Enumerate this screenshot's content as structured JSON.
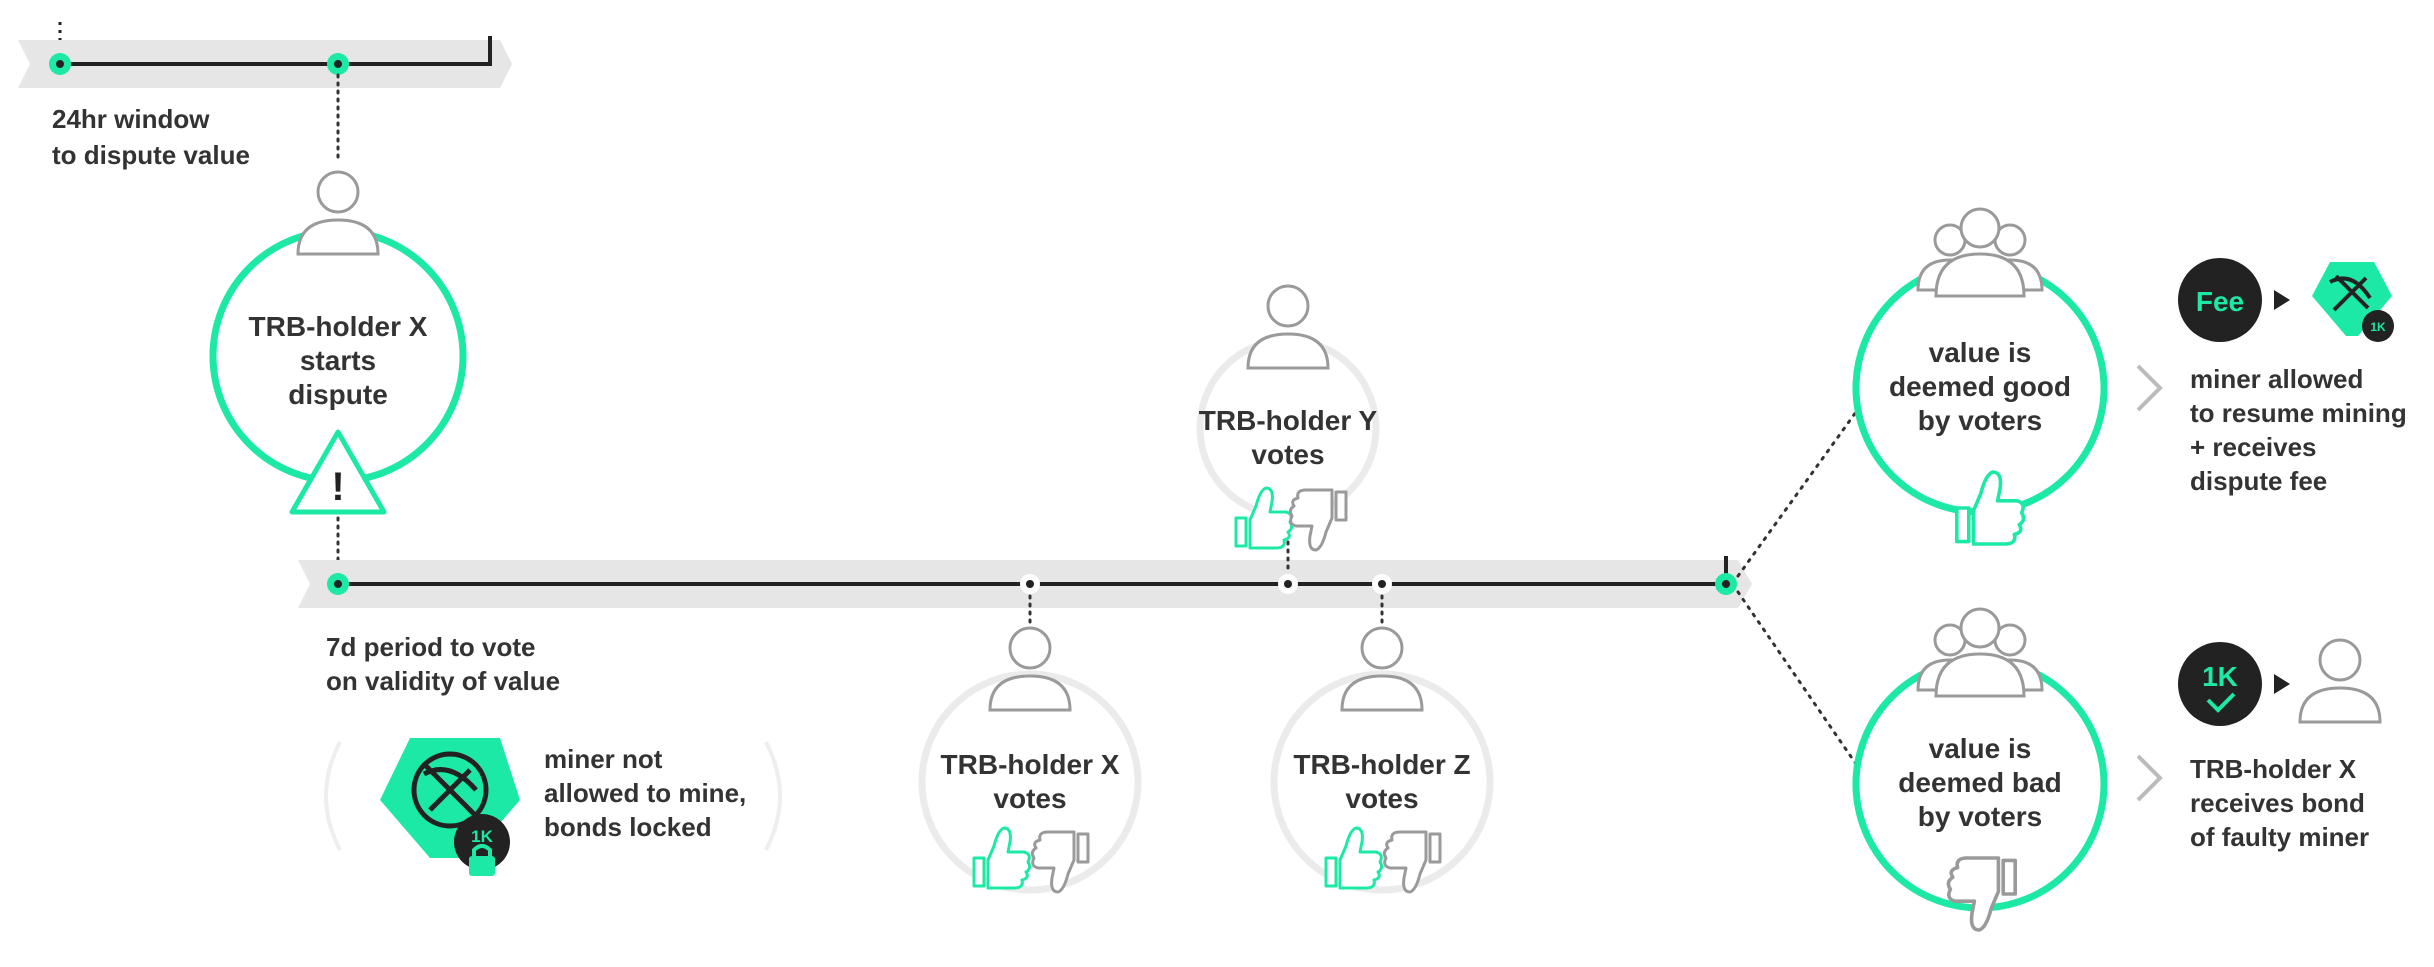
{
  "colors": {
    "accent": "#1de9a6",
    "dark": "#333333",
    "line": "#222222",
    "band": "#e6e6e6",
    "gray_ring": "#ebebeb",
    "icon_gray": "#9a9a9a"
  },
  "top_timeline": {
    "label_line1": "24hr window",
    "label_line2": "to dispute value"
  },
  "dispute_start": {
    "line1": "TRB-holder X",
    "line2": "starts",
    "line3": "dispute",
    "warning_glyph": "!"
  },
  "main_timeline": {
    "label_line1": "7d period to vote",
    "label_line2": "on validity of value"
  },
  "miner_locked": {
    "line1": "miner not",
    "line2": "allowed to mine,",
    "line3": "bonds locked",
    "badge": "1K"
  },
  "votes": [
    {
      "line1": "TRB-holder X",
      "line2": "votes"
    },
    {
      "line1": "TRB-holder Y",
      "line2": "votes"
    },
    {
      "line1": "TRB-holder Z",
      "line2": "votes"
    }
  ],
  "outcome_good": {
    "line1": "value is",
    "line2": "deemed good",
    "line3": "by voters",
    "fee_badge": "Fee",
    "mini_badge": "1K",
    "result_line1": "miner allowed",
    "result_line2": "to resume mining",
    "result_line3": "+ receives",
    "result_line4": "dispute fee"
  },
  "outcome_bad": {
    "line1": "value is",
    "line2": "deemed bad",
    "line3": "by voters",
    "bond_badge": "1K",
    "result_line1": "TRB-holder X",
    "result_line2": "receives bond",
    "result_line3": "of faulty miner"
  },
  "icons": [
    "person-icon",
    "group-icon",
    "thumbs-up-icon",
    "thumbs-down-icon",
    "warning-icon",
    "pickaxe-icon",
    "lock-icon",
    "check-icon",
    "chevron-right-icon",
    "play-arrow-icon"
  ]
}
